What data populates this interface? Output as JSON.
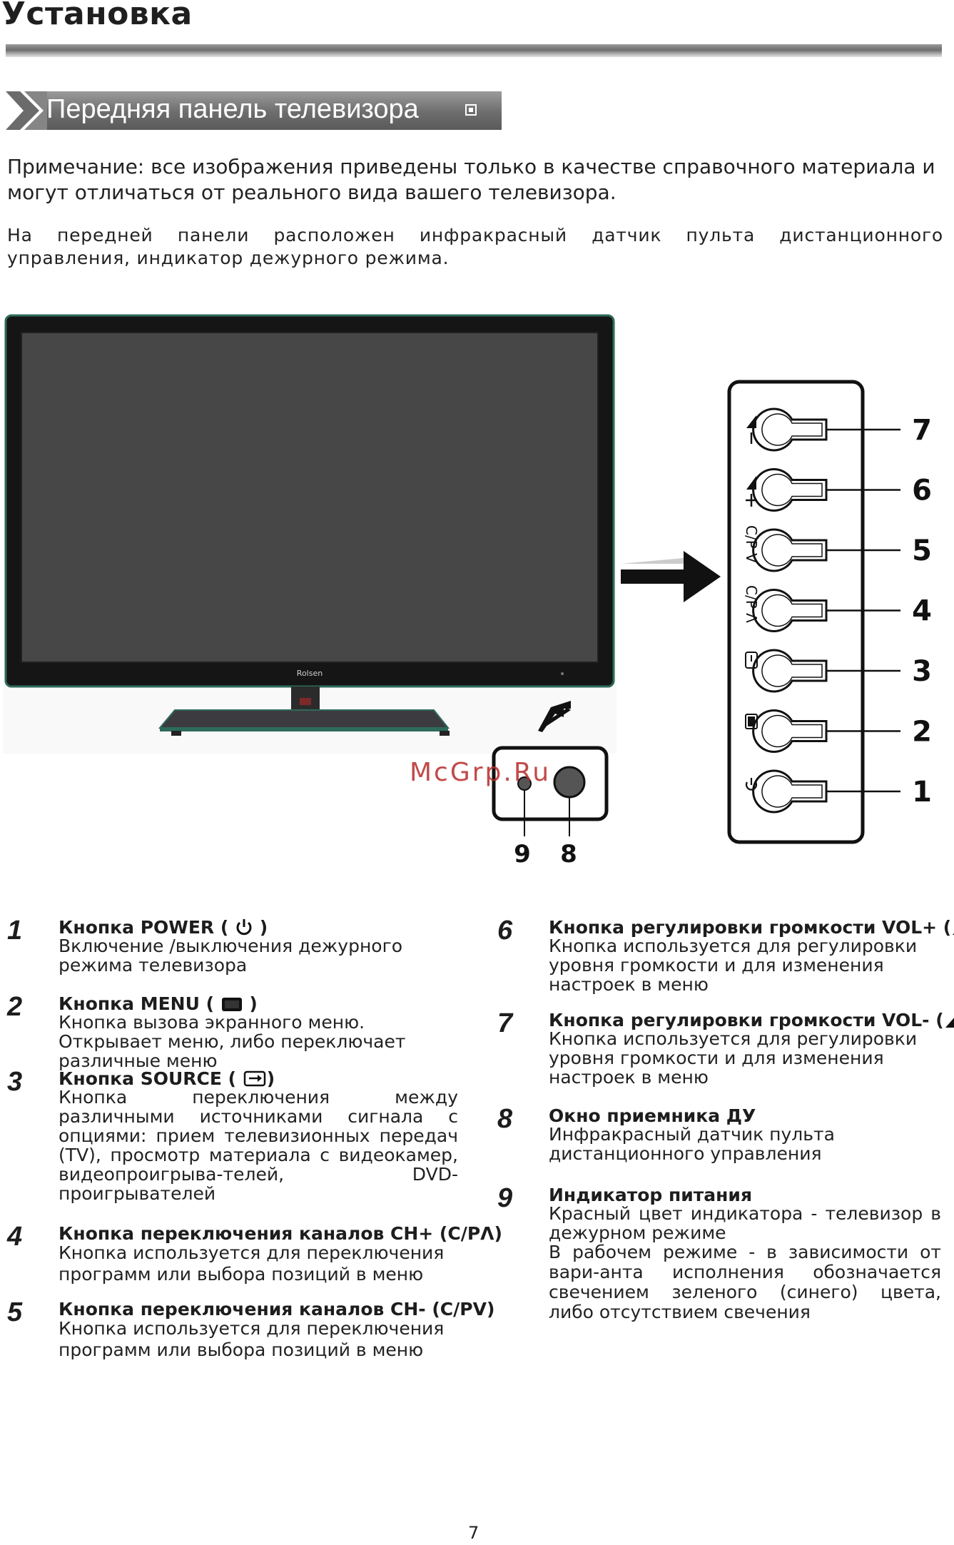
{
  "header": {
    "title": "Установка"
  },
  "section": {
    "title": "Передняя панель телевизора"
  },
  "note": "Примечание: все изображения приведены только в качестве справочного материала и могут отличаться от реального вида вашего телевизора.",
  "intro": "На передней панели расположен инфракрасный датчик пульта дистанционного управления, индикатор дежурного режима.",
  "illustration": {
    "brand": "Rolsen",
    "watermark": "McGrp.Ru",
    "button_numbers": [
      "7",
      "6",
      "5",
      "4",
      "3",
      "2",
      "1"
    ],
    "panel_labels": {
      "ch_down": "C/P V",
      "ch_up": "C/P Λ"
    },
    "sensor_numbers": {
      "indicator": "9",
      "receiver": "8"
    },
    "colors": {
      "tv_bezel": "#1a1a1a",
      "tv_screen": "#4a4a4a",
      "bezel_rim": "#2d6b5a",
      "stand_glass": "#3e3e44"
    }
  },
  "items": [
    {
      "num": "1",
      "title_pre": "Кнопка POWER ( ",
      "icon": "power-icon",
      "title_post": " )",
      "body": "Включение /выключения дежурного режима телевизора"
    },
    {
      "num": "2",
      "title_pre": "Кнопка MENU ( ",
      "icon": "menu-icon",
      "title_post": " )",
      "body": "Кнопка вызова экранного меню. Открывает меню, либо переключает различные меню"
    },
    {
      "num": "3",
      "title_pre": "Кнопка SOURCE ( ",
      "icon": "source-icon",
      "title_post": ")",
      "body": "Кнопка переключения между различными источниками сигнала с опциями: прием телевизионных передач (TV), просмотр материала с видеокамер, видеопроигрыва-телей, DVD-проигрывателей"
    },
    {
      "num": "4",
      "title": "Кнопка переключения каналов  CH+ (C/PΛ)",
      "body": "Кнопка   используется для переключения программ или выбора позиций в меню"
    },
    {
      "num": "5",
      "title": "Кнопка переключения каналов  CH- (C/PV)",
      "body": "Кнопка   используется для переключения программ или выбора позиций в меню"
    },
    {
      "num": "6",
      "title_pre": "Кнопка регулировки громкости VOL+ (",
      "icon": "volume-up-icon",
      "title_post": "+)",
      "body": "Кнопка  используется   для регулировки уровня громкости и для изменения настроек в меню"
    },
    {
      "num": "7",
      "title_pre": "Кнопка регулировки громкости VOL- (",
      "icon": "volume-down-icon",
      "title_post": "− )",
      "body": "Кнопка  используется   для регулировки уровня громкости и для изменения настроек в меню"
    },
    {
      "num": "8",
      "title": "Окно приемника ДУ",
      "body": "Инфракрасный датчик пульта дистанционного управления"
    },
    {
      "num": "9",
      "title": "Индикатор питания",
      "body": "Красный  цвет  индикатора  -  телевизор  в дежурном режиме",
      "body2": "В рабочем режиме  -  в зависимости от вари-анта исполнения обозначается свечением зеленого (синего) цвета, либо отсутствием свечения"
    }
  ],
  "page": {
    "number": "7"
  }
}
